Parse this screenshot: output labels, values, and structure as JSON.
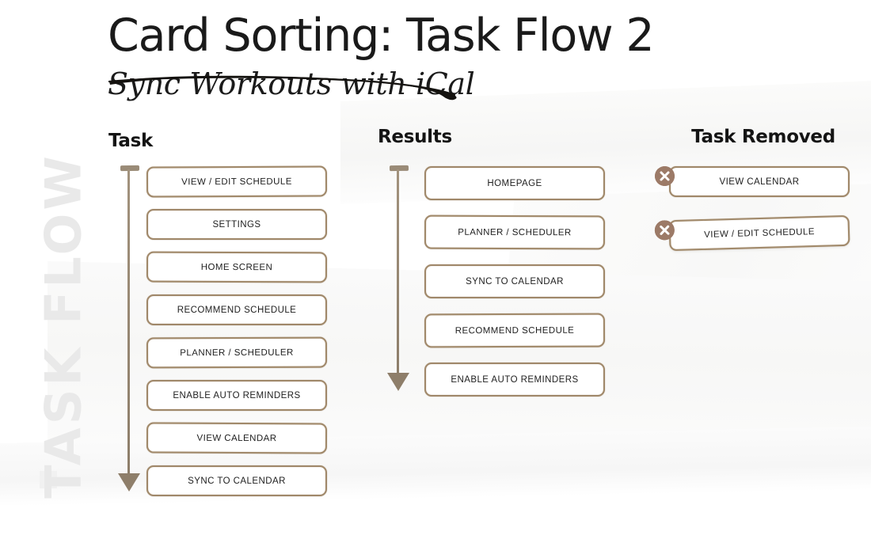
{
  "header": {
    "title": "Card Sorting: Task Flow 2",
    "subtitle": "Sync Workouts with iCal",
    "watermark": "TASK FLOW"
  },
  "colors": {
    "card_border": "#9e876a",
    "arrow": "#8e7e6a",
    "remove_badge": "#9c7a67",
    "watermark": "#e9e9e9",
    "text": "#1e1e1e",
    "background": "#ffffff"
  },
  "columns": [
    {
      "id": "task",
      "heading": "Task",
      "arrow_icon": "down-arrow-icon",
      "cards": [
        {
          "label": "VIEW / EDIT SCHEDULE"
        },
        {
          "label": "SETTINGS"
        },
        {
          "label": "HOME SCREEN"
        },
        {
          "label": "RECOMMEND SCHEDULE"
        },
        {
          "label": "PLANNER / SCHEDULER"
        },
        {
          "label": "ENABLE AUTO REMINDERS"
        },
        {
          "label": "VIEW CALENDAR"
        },
        {
          "label": "SYNC TO CALENDAR"
        }
      ]
    },
    {
      "id": "results",
      "heading": "Results",
      "arrow_icon": "down-arrow-icon",
      "cards": [
        {
          "label": "HOMEPAGE"
        },
        {
          "label": "PLANNER / SCHEDULER"
        },
        {
          "label": "SYNC TO CALENDAR"
        },
        {
          "label": "RECOMMEND SCHEDULE"
        },
        {
          "label": "ENABLE AUTO REMINDERS"
        }
      ]
    },
    {
      "id": "removed",
      "heading": "Task Removed",
      "cards": [
        {
          "label": "VIEW CALENDAR",
          "badge_icon": "remove-x-icon"
        },
        {
          "label": "VIEW / EDIT SCHEDULE",
          "badge_icon": "remove-x-icon"
        }
      ]
    }
  ]
}
